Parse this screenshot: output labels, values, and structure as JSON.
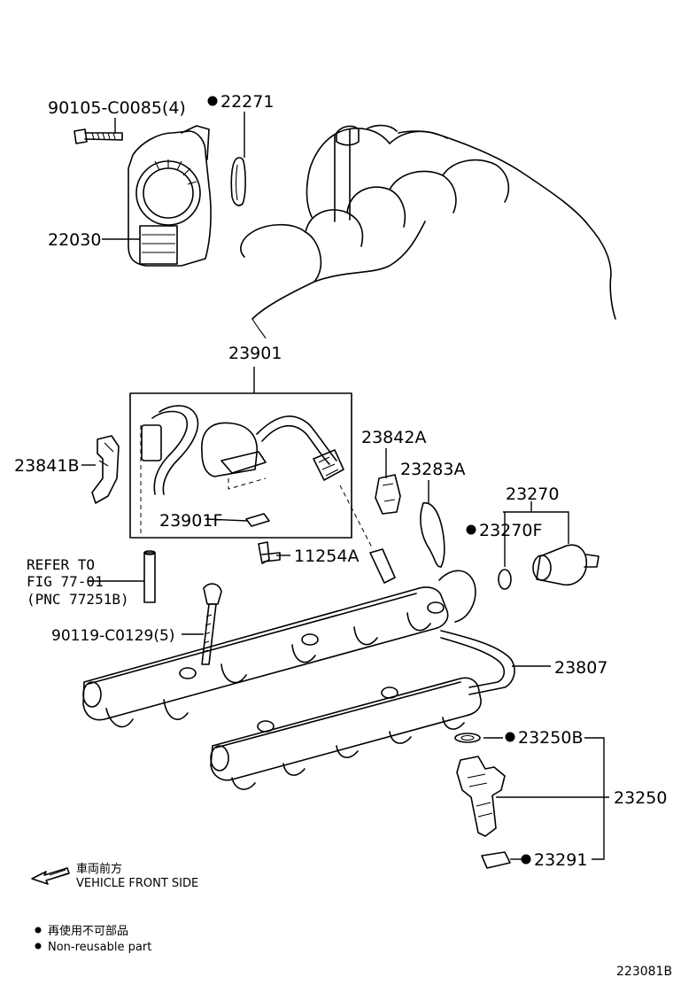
{
  "callouts": {
    "bolt_throttle": "90105-C0085(4)",
    "gasket_throttle": "22271",
    "throttle_body": "22030",
    "hose_assy": "23901",
    "bracket_b": "23841B",
    "clamp_a": "23842A",
    "wire_clip": "23283A",
    "pulsation_damper": "23270",
    "damper_oring": "23270F",
    "hose_clamp_f": "23901F",
    "union_bolt": "11254A",
    "rail_bolt": "90119-C0129(5)",
    "fuel_pipe": "23807",
    "injector_oring": "23250B",
    "injector_assy": "23250",
    "insulator": "23291"
  },
  "refer": {
    "line1": "REFER TO",
    "line2": "FIG 77-01",
    "line3": "(PNC 77251B)"
  },
  "direction": {
    "jp": "車両前方",
    "en": "VEHICLE FRONT SIDE"
  },
  "legend": {
    "jp": "再使用不可部品",
    "en": "Non-reusable part"
  },
  "footer_code": "223081B"
}
